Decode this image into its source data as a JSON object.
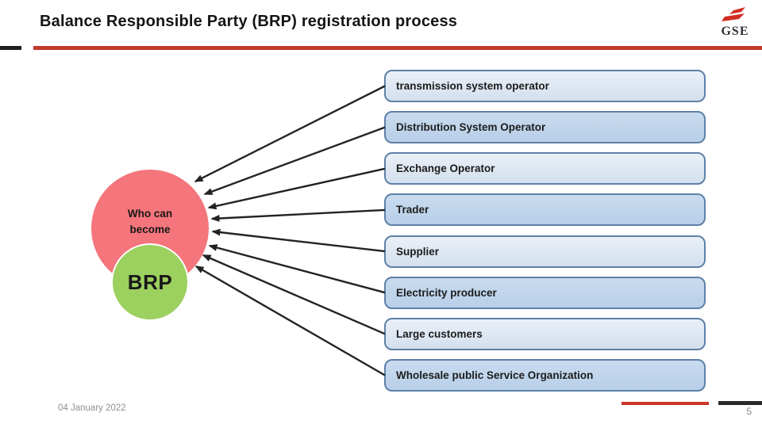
{
  "slide": {
    "title": "Balance Responsible Party (BRP) registration process",
    "logo_text": "GSE",
    "footer_date": "04 January 2022",
    "page_number": "5"
  },
  "diagram": {
    "who_circle_label": "Who can become",
    "brp_circle_label": "BRP",
    "roles": [
      "transmission system operator",
      "Distribution System Operator",
      "Exchange Operator",
      "Trader",
      "Supplier",
      "Electricity producer",
      "Large customers",
      "Wholesale public Service Organization"
    ]
  },
  "colors": {
    "accent_red": "#c23a2b",
    "logo_red": "#d22d23",
    "circle_red": "#f4757b",
    "circle_green": "#9cd05f",
    "box_light": "#dde7f2",
    "box_dark": "#bfd4eb",
    "box_border": "#5e81a8",
    "arrow": "#232323",
    "footer_gray": "#8f8f8f"
  }
}
